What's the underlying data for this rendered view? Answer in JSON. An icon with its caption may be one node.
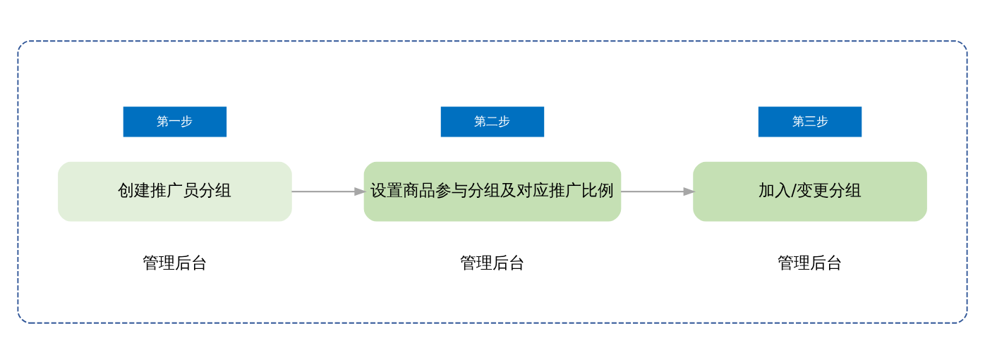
{
  "diagram": {
    "nodes": [
      {
        "text": [],
        "shape": "box"
      },
      {
        "text": [
          "第一步"
        ],
        "in": 0
      },
      {
        "text": [
          "创建推广员分组"
        ],
        "beside": [
          "管理后台"
        ],
        "in": 0
      },
      {
        "text": [
          "第二步"
        ],
        "in": 0
      },
      {
        "text": [
          "设置商品参与分组及对应推广比例"
        ],
        "beside": [
          "管理后台"
        ],
        "in": 0
      },
      {
        "text": [
          "第三步"
        ],
        "in": 0
      },
      {
        "text": [
          "加入/变更分组"
        ],
        "beside": [
          "管理后台"
        ],
        "in": 0
      }
    ],
    "edges": [
      {
        "from": 2,
        "to": 4,
        "arrow": "to"
      },
      {
        "from": 4,
        "to": 6,
        "arrow": "to"
      }
    ]
  }
}
